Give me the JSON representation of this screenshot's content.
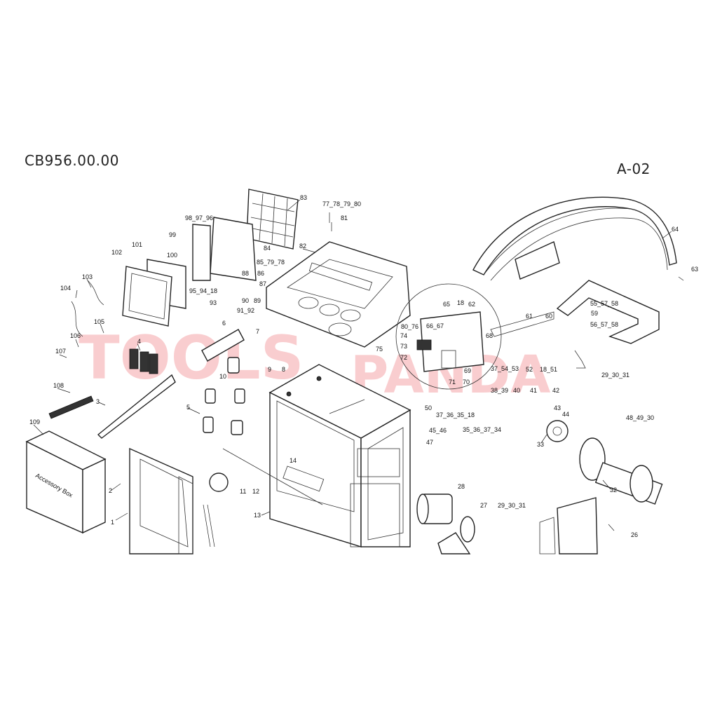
{
  "drawing": {
    "code": "CB956.00.00",
    "sheet": "A-02"
  },
  "watermark": {
    "left_text": "TOOLS",
    "right_text": "PANDA",
    "color": "#e8202a"
  },
  "accessory_box_label": "Accessory Box",
  "callouts": {
    "c1": "1",
    "c2": "2",
    "c3": "3",
    "c4": "4",
    "c5": "5",
    "c6": "6",
    "c7": "7",
    "c8": "8",
    "c9": "9",
    "c10": "10",
    "c11": "11",
    "c12": "12",
    "c13": "13",
    "c14": "14",
    "c26": "26",
    "c27": "27",
    "c28": "28",
    "c29_30_31_a": "29_30_31",
    "c29_30_31_b": "29_30_31",
    "c32": "32",
    "c33": "33",
    "c37_36_35_18": "37_36_35_18",
    "c35_36_37_34": "35_36_37_34",
    "c38_39": "38_39",
    "c40": "40",
    "c41": "41",
    "c42": "42",
    "c43": "43",
    "c44": "44",
    "c45_46": "45_46",
    "c47": "47",
    "c48_49_30": "48_49_30",
    "c50": "50",
    "c37_54_53": "37_54_53",
    "c52": "52",
    "c18_51": "18_51",
    "c55_57_58": "55_57_58",
    "c56_57_58": "56_57_58",
    "c59": "59",
    "c60": "60",
    "c61": "61",
    "c62": "62",
    "c63": "63",
    "c64": "64",
    "c65": "65",
    "c18a": "18",
    "c66_67": "66_67",
    "c68": "68",
    "c69": "69",
    "c70": "70",
    "c71": "71",
    "c72": "72",
    "c73": "73",
    "c74": "74",
    "c75": "75",
    "c80_76": "80_76",
    "c77_78_79_80": "77_78_79_80",
    "c81": "81",
    "c82": "82",
    "c83": "83",
    "c84": "84",
    "c85_79_78": "85_79_78",
    "c86": "86",
    "c87": "87",
    "c88": "88",
    "c89": "89",
    "c90": "90",
    "c91_92": "91_92",
    "c93": "93",
    "c95_94_18": "95_94_18",
    "c98_97_96": "98_97_96",
    "c99": "99",
    "c100": "100",
    "c101": "101",
    "c102": "102",
    "c103": "103",
    "c104": "104",
    "c105": "105",
    "c106": "106",
    "c107": "107",
    "c108": "108",
    "c109": "109"
  }
}
